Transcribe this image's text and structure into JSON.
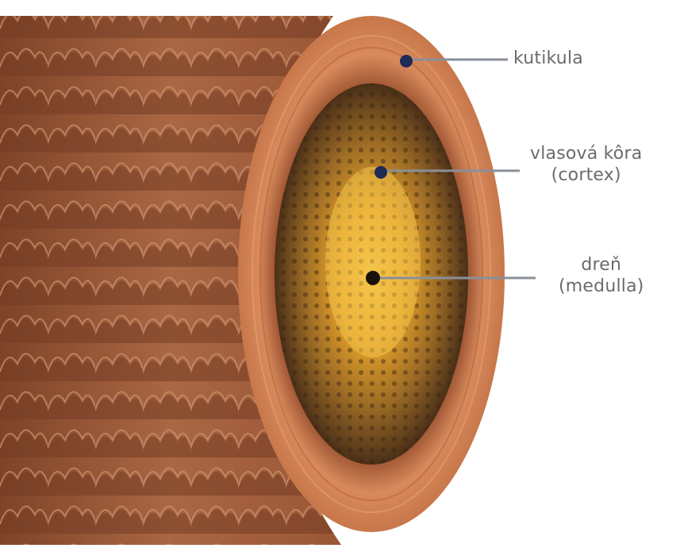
{
  "diagram": {
    "labels": {
      "cuticle": {
        "text": "kutikula"
      },
      "cortex": {
        "line1": "vlasová kôra",
        "line2": "(cortex)"
      },
      "medulla": {
        "line1": "dreň",
        "line2": "(medulla)"
      }
    },
    "colors": {
      "scale_base": "#b9704a",
      "scale_dark": "#7d4228",
      "cuticle_ring": "#d88a5c",
      "cortex_outer": "#5a3a1e",
      "cortex_inner": "#e6a22a",
      "medulla_core": "#f4c54a",
      "marker": "#1f2a55",
      "leader_line": "#8a8f99",
      "label_text": "#6b6b6b"
    }
  }
}
